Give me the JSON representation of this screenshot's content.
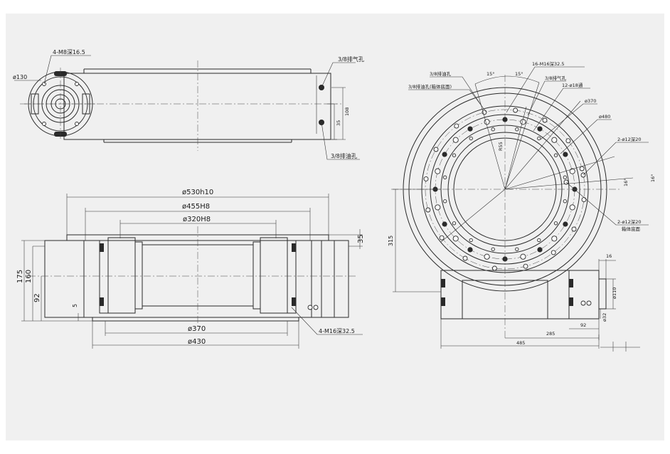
{
  "views": {
    "top_view": {
      "thread_note": "4-M8深16.5",
      "dia_flange": "ø130",
      "vent_hole": "3/8排气孔",
      "drain_hole": "3/8排油孔",
      "dim_right_outer": "108",
      "dim_right_inner": "35"
    },
    "front_section": {
      "dia_outer_fit": "ø530h10",
      "dia_middle_fit": "ø455H8",
      "dia_inner_fit": "ø320H8",
      "dia_bolt_circle": "ø370",
      "dia_base": "ø430",
      "height_total": "175",
      "height_mid": "160",
      "height_low": "92",
      "dim_small": "5",
      "dim_top_right": "35",
      "thread_note": "4-M16深32.5"
    },
    "side_view": {
      "drain_hole_left": "3/8排油孔",
      "drain_hole_note": "3/8排油孔(箱体底面)",
      "vent_hole": "3/8排气孔",
      "angle_a": "15°",
      "angle_b": "15°",
      "thread_note": "16-M16深32.5",
      "holes_note": "12-ø18通",
      "dia_370": "ø370",
      "dia_480": "ø480",
      "pin_note_top": "2-ø12深20",
      "pin_note_bottom": "2-ø12深20",
      "pin_note_bottom_sub": "箱体底面",
      "angle_small_a": "16°",
      "angle_small_b": "16°",
      "dim_center_height": "315",
      "dim_inner_radius": "R55",
      "dim_width_total": "485",
      "dim_half_width": "285",
      "dim_offset": "92",
      "dim_shaft_len": "16",
      "dim_shaft_dia": "ø110",
      "dim_shaft_inner": "ø32"
    }
  }
}
